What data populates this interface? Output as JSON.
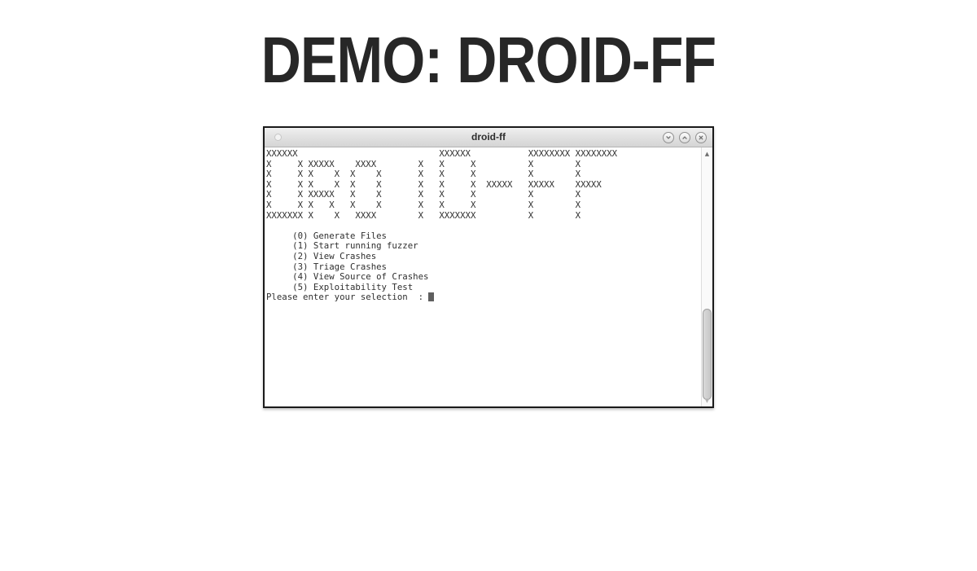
{
  "slide": {
    "title": "DEMO: DROID-FF"
  },
  "window": {
    "title": "droid-ff",
    "controls": {
      "minimize_icon": "chevron-down",
      "maximize_icon": "chevron-up",
      "close_icon": "x"
    },
    "terminal": {
      "banner_lines": [
        "XXXXXX                           XXXXXX           XXXXXXXX XXXXXXXX",
        "X     X XXXXX    XXXX        X   X     X          X        X",
        "X     X X    X  X    X       X   X     X          X        X",
        "X     X X    X  X    X       X   X     X  XXXXX   XXXXX    XXXXX",
        "X     X XXXXX   X    X       X   X     X          X        X",
        "X     X X   X   X    X       X   X     X          X        X",
        "XXXXXXX X    X   XXXX        X   XXXXXXX          X        X"
      ],
      "menu_items": [
        "(0) Generate Files",
        "(1) Start running fuzzer",
        "(2) View Crashes",
        "(3) Triage Crashes",
        "(4) View Source of Crashes",
        "(5) Exploitability Test"
      ],
      "prompt": "Please enter your selection  : "
    },
    "scrollbar": {
      "up_icon": "▲",
      "down_icon": "▼"
    }
  },
  "colors": {
    "heading_text": "#272727",
    "window_border": "#1a1a1a",
    "titlebar_bg": "#e2e2e2",
    "terminal_text": "#2f2f2f",
    "cursor": "#5f5f5f",
    "scrollbar_thumb": "#cccccc"
  }
}
